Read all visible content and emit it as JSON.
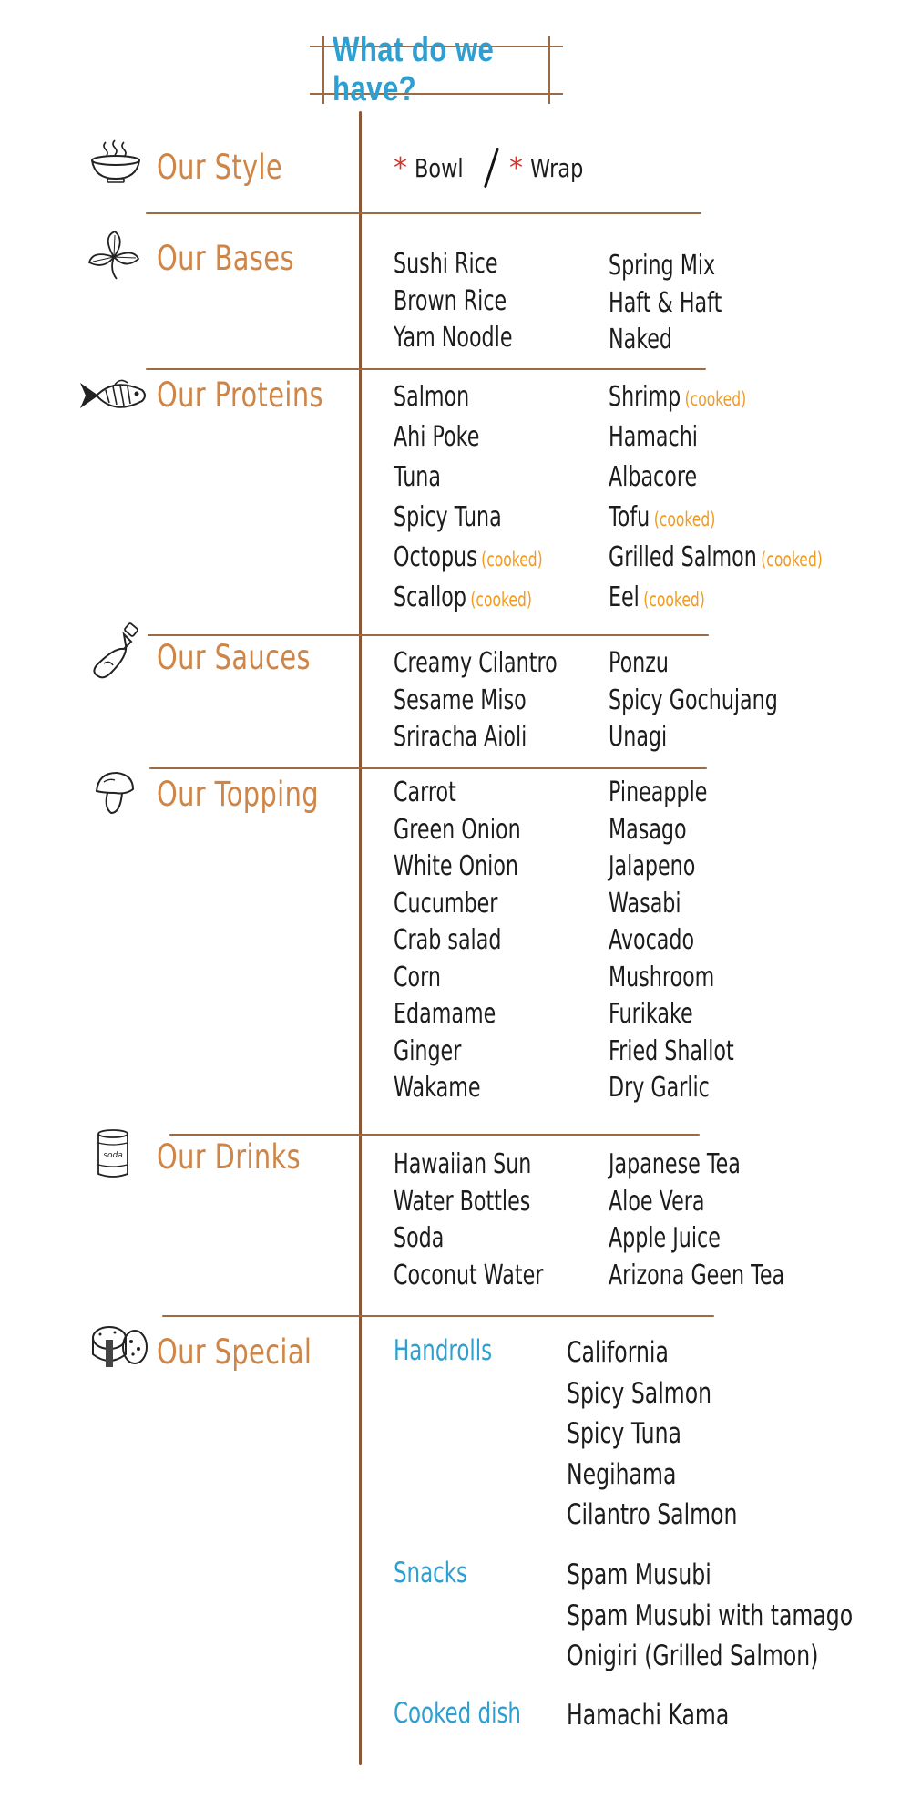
{
  "title": "What do we have?",
  "style": {
    "heading": "Our Style",
    "icon": "bowl-icon",
    "options": [
      "Bowl",
      "Wrap"
    ],
    "marker": "*",
    "marker_color": "#d9342b"
  },
  "bases": {
    "heading": "Our Bases",
    "icon": "leaf-icon",
    "left": [
      "Sushi Rice",
      "Brown Rice",
      "Yam Noodle"
    ],
    "right": [
      "Spring Mix",
      "Haft & Haft",
      "Naked"
    ]
  },
  "proteins": {
    "heading": "Our Proteins",
    "icon": "fish-icon",
    "left": [
      {
        "name": "Salmon",
        "note": ""
      },
      {
        "name": "Ahi Poke",
        "note": ""
      },
      {
        "name": "Tuna",
        "note": ""
      },
      {
        "name": "Spicy Tuna",
        "note": ""
      },
      {
        "name": "Octopus",
        "note": "(cooked)"
      },
      {
        "name": "Scallop",
        "note": "(cooked)"
      }
    ],
    "right": [
      {
        "name": "Shrimp",
        "note": "(cooked)"
      },
      {
        "name": "Hamachi",
        "note": ""
      },
      {
        "name": "Albacore",
        "note": ""
      },
      {
        "name": "Tofu",
        "note": "(cooked)"
      },
      {
        "name": "Grilled Salmon",
        "note": "(cooked)"
      },
      {
        "name": "Eel",
        "note": "(cooked)"
      }
    ]
  },
  "sauces": {
    "heading": "Our Sauces",
    "icon": "bottle-icon",
    "left": [
      "Creamy Cilantro",
      "Sesame Miso",
      "Sriracha Aioli"
    ],
    "right": [
      "Ponzu",
      "Spicy Gochujang",
      "Unagi"
    ]
  },
  "topping": {
    "heading": "Our Topping",
    "icon": "mushroom-icon",
    "left": [
      "Carrot",
      "Green Onion",
      "White Onion",
      "Cucumber",
      "Crab salad",
      "Corn",
      "Edamame",
      "Ginger",
      "Wakame"
    ],
    "right": [
      "Pineapple",
      "Masago",
      "Jalapeno",
      "Wasabi",
      "Avocado",
      "Mushroom",
      "Furikake",
      "Fried Shallot",
      "Dry Garlic"
    ]
  },
  "drinks": {
    "heading": "Our Drinks",
    "icon": "soda-can-icon",
    "can_label": "soda",
    "left": [
      "Hawaiian Sun",
      "Water Bottles",
      "Soda",
      "Coconut Water"
    ],
    "right": [
      "Japanese Tea",
      "Aloe Vera",
      "Apple Juice",
      "Arizona Geen Tea"
    ]
  },
  "special": {
    "heading": "Our Special",
    "icon": "sushi-roll-icon",
    "groups": [
      {
        "name": "Handrolls",
        "items": [
          "California",
          "Spicy Salmon",
          "Spicy Tuna",
          "Negihama",
          "Cilantro Salmon"
        ]
      },
      {
        "name": "Snacks",
        "items": [
          "Spam Musubi",
          "Spam Musubi with tamago",
          "Onigiri (Grilled Salmon)"
        ]
      },
      {
        "name": "Cooked dish",
        "items": [
          "Hamachi Kama"
        ]
      }
    ]
  },
  "colors": {
    "heading": "#cf8546",
    "title": "#2e9fd0",
    "cooked_note": "#f19a1f",
    "rule": "#9a6b45"
  }
}
